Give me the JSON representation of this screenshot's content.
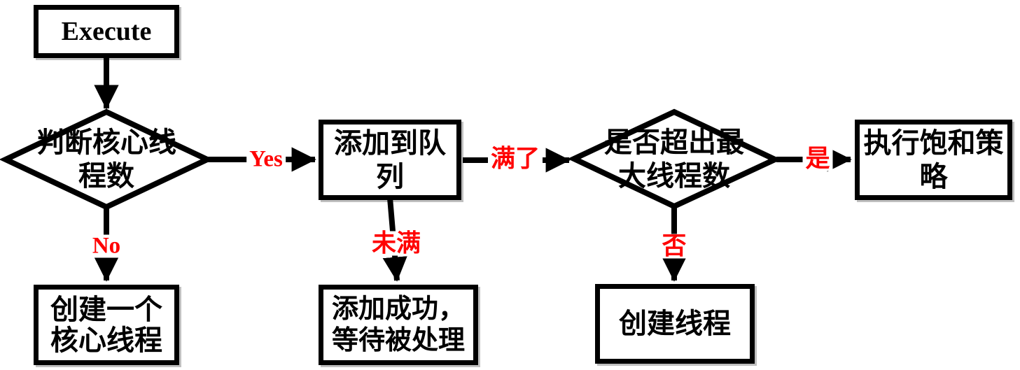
{
  "colors": {
    "shape_stroke": "#000000",
    "node_fill": "#ffffff",
    "node_text": "#000000",
    "edge_label_text": "#ff0000",
    "background": "#ffffff"
  },
  "nodes": {
    "execute": {
      "type": "process",
      "label": "Execute",
      "lines": [
        "Execute"
      ]
    },
    "judge_core": {
      "type": "decision",
      "label": "判断核心线程数",
      "lines": [
        "判断核心线",
        "程数"
      ]
    },
    "add_queue": {
      "type": "process",
      "label": "添加到队列",
      "lines": [
        "添加到队",
        "列"
      ]
    },
    "create_core": {
      "type": "process",
      "label": "创建一个核心线程",
      "lines": [
        "创建一个",
        "核心线程"
      ]
    },
    "added_wait": {
      "type": "process",
      "label": "添加成功，等待被处理",
      "lines": [
        "添加成功，",
        "等待被处理"
      ]
    },
    "judge_max": {
      "type": "decision",
      "label": "是否超出最大线程数",
      "lines": [
        "是否超出最",
        "大线程数"
      ]
    },
    "saturation": {
      "type": "process",
      "label": "执行饱和策略",
      "lines": [
        "执行饱和策",
        "略"
      ]
    },
    "create_thread": {
      "type": "process",
      "label": "创建线程",
      "lines": [
        "创建线程"
      ]
    }
  },
  "edges": [
    {
      "from": "execute",
      "to": "judge_core",
      "label": ""
    },
    {
      "from": "judge_core",
      "to": "add_queue",
      "label": "Yes"
    },
    {
      "from": "judge_core",
      "to": "create_core",
      "label": "No"
    },
    {
      "from": "add_queue",
      "to": "judge_max",
      "label": "满了"
    },
    {
      "from": "add_queue",
      "to": "added_wait",
      "label": "未满"
    },
    {
      "from": "judge_max",
      "to": "saturation",
      "label": "是"
    },
    {
      "from": "judge_max",
      "to": "create_thread",
      "label": "否"
    }
  ]
}
